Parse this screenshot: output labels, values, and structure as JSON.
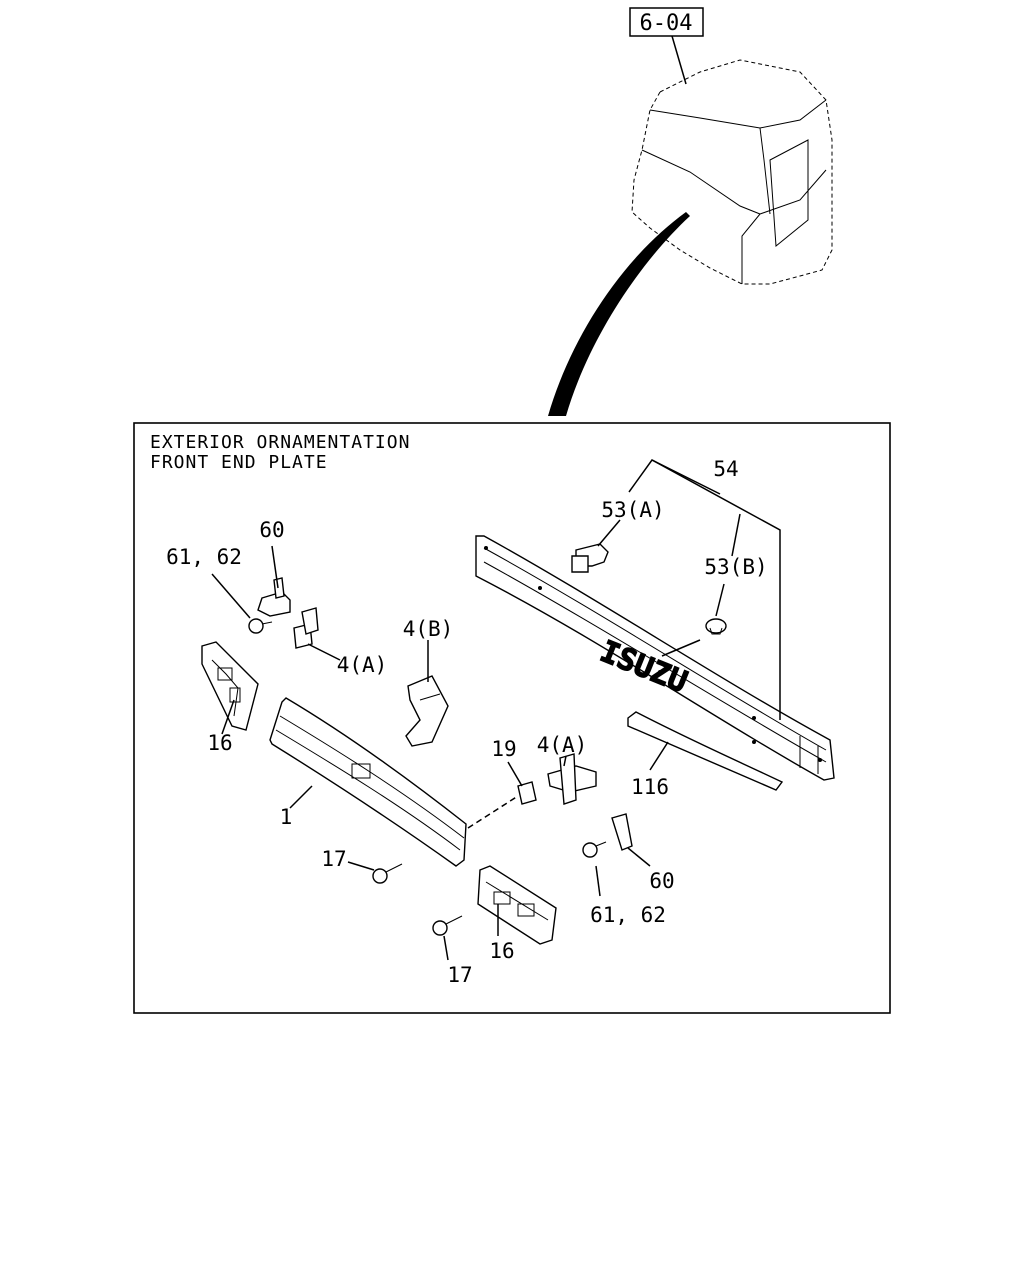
{
  "reference_box": "6-04",
  "section_title": {
    "line1": "EXTERIOR ORNAMENTATION",
    "line2": "FRONT END PLATE"
  },
  "brand_emblem": "ISUZU",
  "callouts": {
    "c54": "54",
    "c53a": "53(A)",
    "c53b": "53(B)",
    "c60_top": "60",
    "c6162_top": "61, 62",
    "c4b": "4(B)",
    "c4a_left": "4(A)",
    "c16_left": "16",
    "c1": "1",
    "c19": "19",
    "c4a_right": "4(A)",
    "c116": "116",
    "c17_left": "17",
    "c60_bottom": "60",
    "c6162_bottom": "61, 62",
    "c16_bottom": "16",
    "c17_bottom": "17"
  }
}
